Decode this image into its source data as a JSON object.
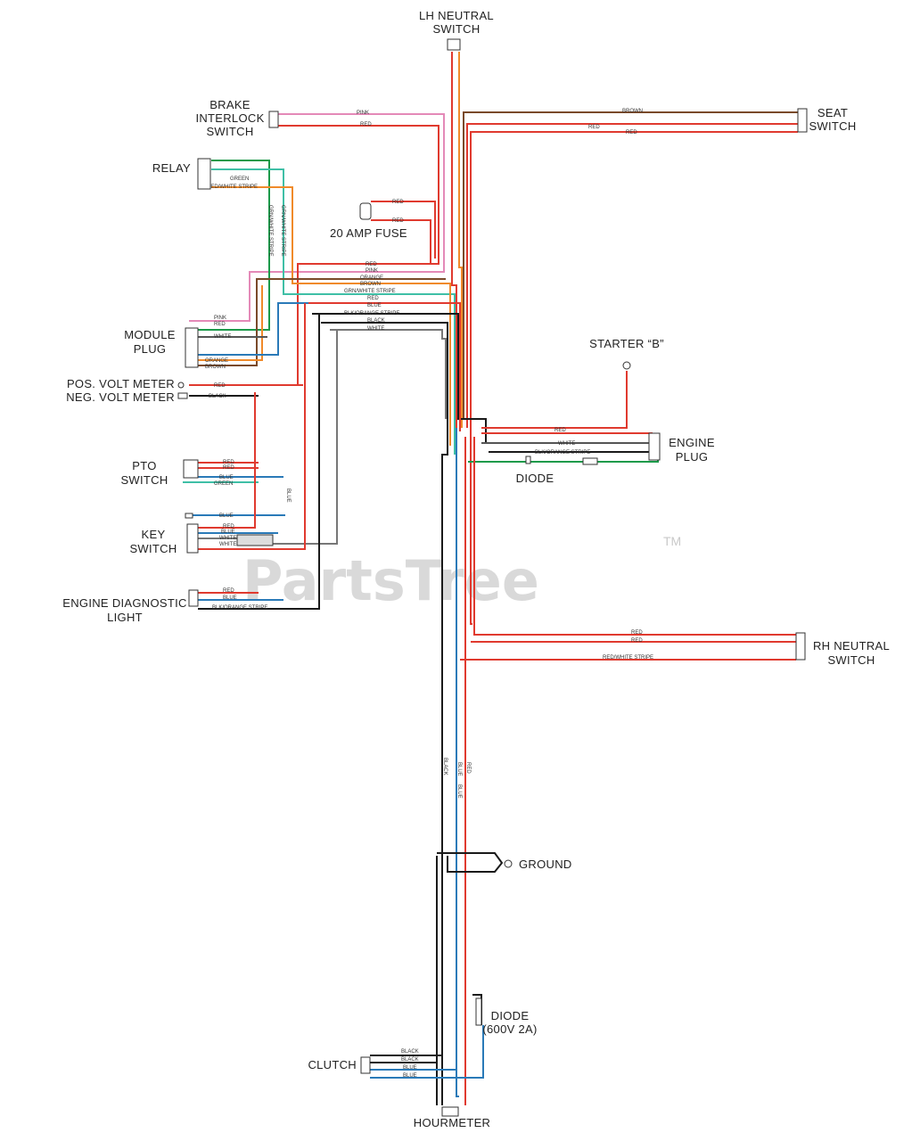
{
  "components": {
    "lh_neutral": [
      "LH NEUTRAL",
      "SWITCH"
    ],
    "brake": [
      "BRAKE",
      "INTERLOCK",
      "SWITCH"
    ],
    "seat": [
      "SEAT",
      "SWITCH"
    ],
    "relay": "RELAY",
    "fuse": "20 AMP FUSE",
    "module": [
      "MODULE",
      "PLUG"
    ],
    "pos_volt": "POS. VOLT METER",
    "neg_volt": "NEG. VOLT METER",
    "starter": "STARTER “B”",
    "engine_plug": [
      "ENGINE",
      "PLUG"
    ],
    "diode": "DIODE",
    "pto": [
      "PTO",
      "SWITCH"
    ],
    "key": [
      "KEY",
      "SWITCH"
    ],
    "engine_diag": [
      "ENGINE DIAGNOSTIC",
      "LIGHT"
    ],
    "rh_neutral": [
      "RH NEUTRAL",
      "SWITCH"
    ],
    "ground": "GROUND",
    "diode2": [
      "DIODE",
      "(600V 2A)"
    ],
    "clutch": "CLUTCH",
    "hourmeter": "HOURMETER"
  },
  "wires": {
    "pink": "PINK",
    "red": "RED",
    "brown": "BROWN",
    "green": "GREEN",
    "red_white": "RED/WHITE STRIPE",
    "grn_white": "GRN/WHITE STRIPE",
    "orange": "ORANGE",
    "grn_white2": "GRN/WHITE STRIPE",
    "blue": "BLUE",
    "blk_orange": "BLK/ORANGE STRIPE",
    "black": "BLACK",
    "white": "WHITE"
  },
  "watermark": "PartsTree",
  "trademark": "TM",
  "colors": {
    "red": "#e03a2f",
    "pink": "#e48ab8",
    "brown": "#7a4a2a",
    "orange": "#f08a2a",
    "green": "#1c9a4a",
    "teal": "#3fbfa6",
    "blue": "#2a7ab8",
    "black": "#1a1a1a"
  }
}
